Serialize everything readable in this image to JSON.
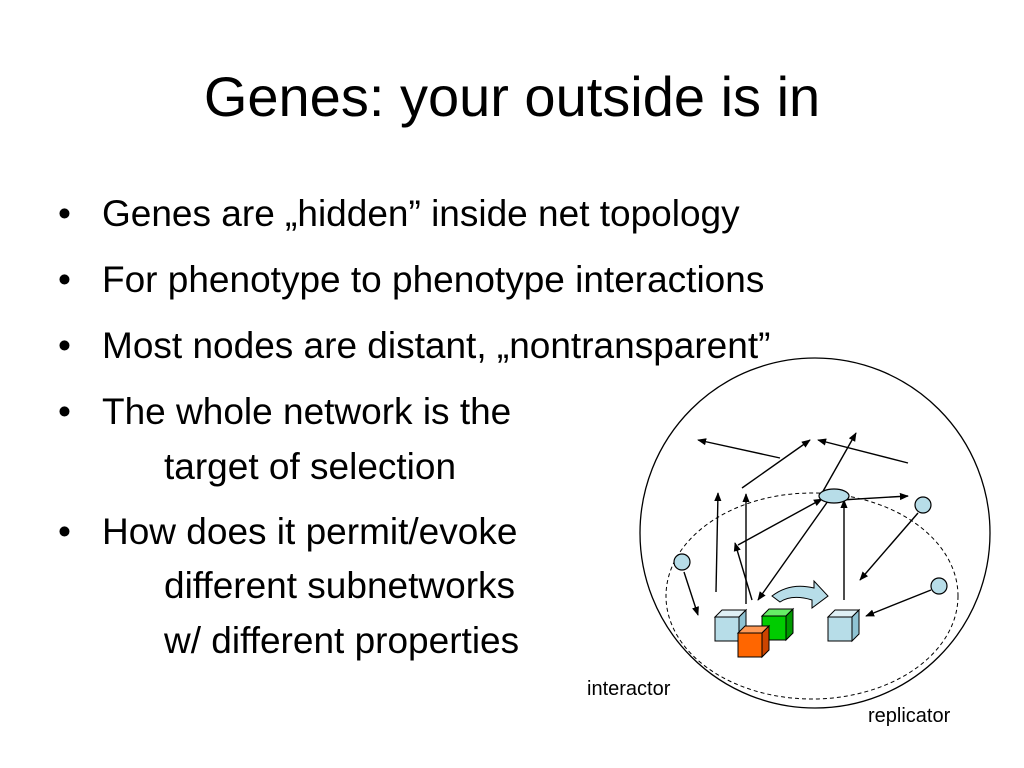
{
  "slide": {
    "title": "Genes: your outside is in",
    "bullet_symbol": "•",
    "bullets": [
      {
        "lines": [
          "Genes are „hidden” inside net topology"
        ]
      },
      {
        "lines": [
          "For phenotype to phenotype interactions"
        ]
      },
      {
        "lines": [
          "Most nodes are distant, „nontransparent”"
        ]
      },
      {
        "lines": [
          "The whole network is the",
          "target of selection"
        ]
      },
      {
        "lines": [
          "How does it permit/evoke",
          "different subnetworks",
          "w/ different properties"
        ]
      }
    ]
  },
  "diagram": {
    "labels": {
      "interactor": "interactor",
      "replicator": "replicator"
    },
    "colors": {
      "node_fill": "#b7dde8",
      "cube_blue": "#b7dde8",
      "cube_green": "#00cc00",
      "cube_orange": "#ff6600",
      "arrow_fill": "#b7dde8",
      "stroke": "#000000"
    }
  }
}
